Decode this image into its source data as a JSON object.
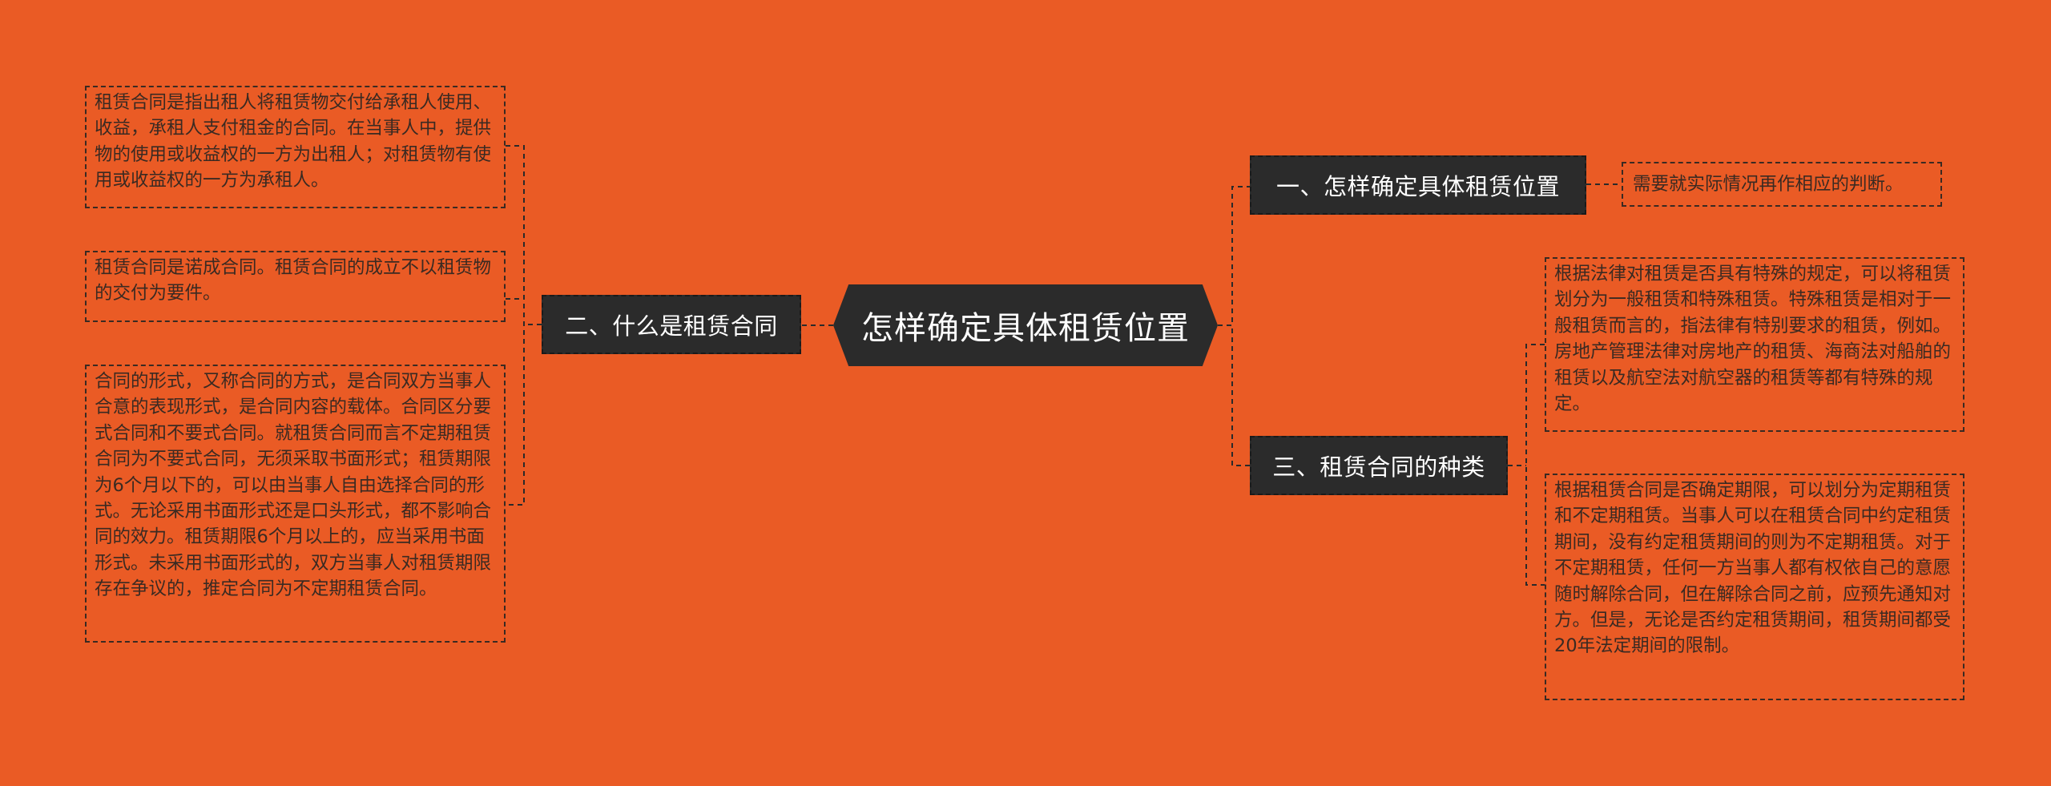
{
  "root": {
    "title": "怎样确定具体租赁位置"
  },
  "branches": [
    {
      "title": "一、怎样确定具体租赁位置",
      "leaves": [
        "需要就实际情况再作相应的判断。"
      ]
    },
    {
      "title": "二、什么是租赁合同",
      "leaves": [
        "租赁合同是指出租人将租赁物交付给承租人使用、收益，承租人支付租金的合同。在当事人中，提供物的使用或收益权的一方为出租人；对租赁物有使用或收益权的一方为承租人。",
        "租赁合同是诺成合同。租赁合同的成立不以租赁物的交付为要件。",
        "合同的形式，又称合同的方式，是合同双方当事人合意的表现形式，是合同内容的载体。合同区分要式合同和不要式合同。就租赁合同而言不定期租赁合同为不要式合同，无须采取书面形式；租赁期限为6个月以下的，可以由当事人自由选择合同的形式。无论采用书面形式还是口头形式，都不影响合同的效力。租赁期限6个月以上的，应当采用书面形式。未采用书面形式的，双方当事人对租赁期限存在争议的，推定合同为不定期租赁合同。"
      ]
    },
    {
      "title": "三、租赁合同的种类",
      "leaves": [
        "根据法律对租赁是否具有特殊的规定，可以将租赁划分为一般租赁和特殊租赁。特殊租赁是相对于一般租赁而言的，指法律有特别要求的租赁，例如。房地产管理法律对房地产的租赁、海商法对船舶的租赁以及航空法对航空器的租赁等都有特殊的规定。",
        "根据租赁合同是否确定期限，可以划分为定期租赁和不定期租赁。当事人可以在租赁合同中约定租赁期间，没有约定租赁期间的则为不定期租赁。对于不定期租赁，任何一方当事人都有权依自己的意愿随时解除合同，但在解除合同之前，应预先通知对方。但是，无论是否约定租赁期间，租赁期间都受20年法定期间的限制。"
      ]
    }
  ],
  "colors": {
    "background": "#EA5B25",
    "node": "#2B2B2B",
    "node_text": "#FFFFFF",
    "leaf_text": "#3A2A22",
    "connector": "#2A2A2A"
  }
}
